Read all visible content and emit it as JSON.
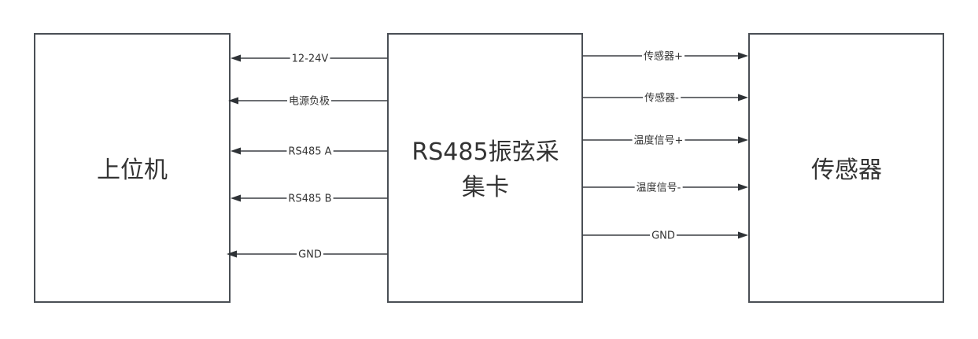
{
  "blocks": {
    "host": {
      "label": "上位机"
    },
    "acq_card": {
      "label_line1": "RS485振弦采",
      "label_line2": "集卡"
    },
    "sensor": {
      "label": "传感器"
    }
  },
  "left_connections": [
    {
      "label": "12-24V",
      "direction": "to-host"
    },
    {
      "label": "电源负极",
      "direction": "to-host"
    },
    {
      "label": "RS485 A",
      "direction": "to-host"
    },
    {
      "label": "RS485 B",
      "direction": "to-host"
    },
    {
      "label": "GND",
      "direction": "to-host"
    }
  ],
  "right_connections": [
    {
      "label": "传感器+",
      "direction": "to-sensor"
    },
    {
      "label": "传感器-",
      "direction": "to-sensor"
    },
    {
      "label": "温度信号+",
      "direction": "to-sensor"
    },
    {
      "label": "温度信号-",
      "direction": "to-sensor"
    },
    {
      "label": "GND",
      "direction": "to-sensor"
    }
  ]
}
